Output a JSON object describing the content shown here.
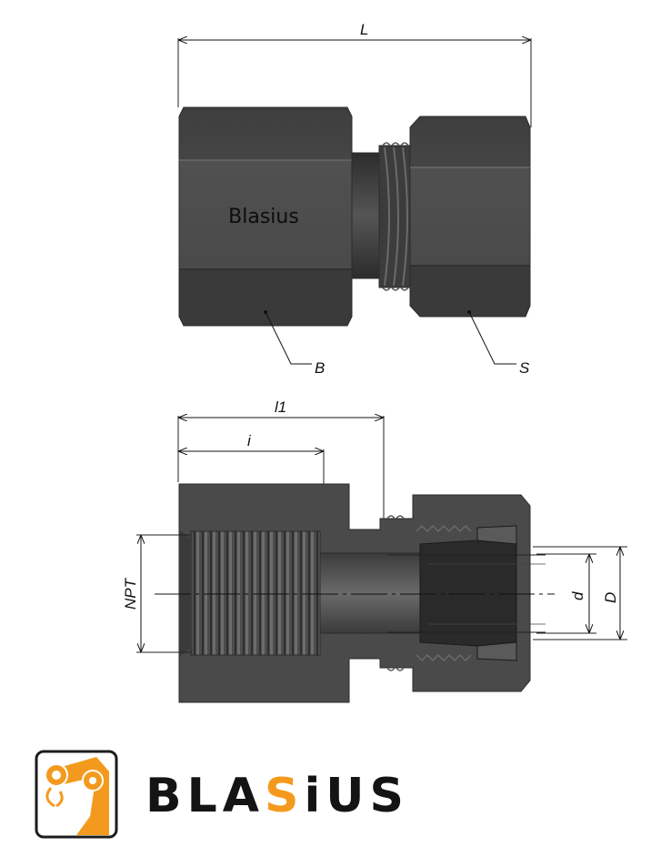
{
  "top_view": {
    "dim_length": "L",
    "callout_body_hex": "B",
    "callout_nut_hex": "S",
    "body_marking": "Blasius"
  },
  "section_view": {
    "dim_l1": "l1",
    "dim_i": "i",
    "dim_thread": "NPT",
    "dim_inner_diameter": "d",
    "dim_outer_diameter": "D"
  },
  "logo": {
    "wordmark_part1": "BLA",
    "wordmark_accent": "S",
    "wordmark_part2": "iUS",
    "icon": "robot-arm-icon"
  },
  "colors": {
    "steel_dark": "#3a3a3a",
    "steel_mid": "#4a4a4a",
    "steel_light": "#5b5b5b",
    "brand_orange": "#f39a1e",
    "brand_black": "#141414"
  }
}
